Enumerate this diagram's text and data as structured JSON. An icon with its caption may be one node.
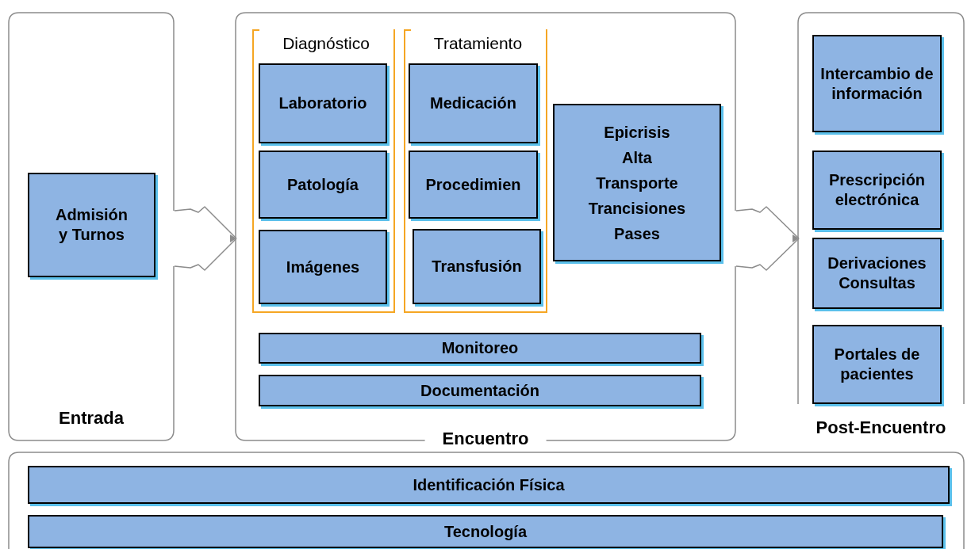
{
  "diagram": {
    "nodes": [
      {
        "text": [
          "Entrada"
        ]
      },
      {
        "text": [
          "Admisión y Turnos"
        ],
        "in": 0
      },
      {
        "text": [
          "Encuentro"
        ]
      },
      {
        "text": [
          "Diagnóstico"
        ],
        "in": 2
      },
      {
        "text": [
          "Laboratorio"
        ],
        "in": 3
      },
      {
        "text": [
          "Patología"
        ],
        "in": 3
      },
      {
        "text": [
          "Imágenes"
        ],
        "in": 3
      },
      {
        "text": [
          "Tratamiento"
        ],
        "in": 2
      },
      {
        "text": [
          "Medicación"
        ],
        "in": 7
      },
      {
        "text": [
          "Procedimien"
        ],
        "in": 7
      },
      {
        "text": [
          "Transfusión"
        ],
        "in": 7
      },
      {
        "text": [
          "Epicrisis",
          "Alta",
          "Transporte",
          "Trancisiones",
          "Pases"
        ],
        "in": 2
      },
      {
        "text": [
          "Monitoreo"
        ],
        "in": 2
      },
      {
        "text": [
          "Documentación"
        ],
        "in": 2
      },
      {
        "text": [
          "Post-Encuentro"
        ]
      },
      {
        "text": [
          "Intercambio de información"
        ],
        "in": 14
      },
      {
        "text": [
          "Prescripción electrónica"
        ],
        "in": 14
      },
      {
        "text": [
          "Derivaciones Consultas"
        ],
        "in": 14
      },
      {
        "text": [
          "Portales de pacientes"
        ],
        "in": 14
      },
      {
        "text": [],
        "shape": "box"
      },
      {
        "text": [
          "Identificación Física"
        ],
        "in": 19
      },
      {
        "text": [
          "Tecnología"
        ],
        "in": 19
      }
    ],
    "edges": [
      {
        "from": 0,
        "to": 2,
        "arrow": "to"
      },
      {
        "from": 2,
        "to": 14,
        "arrow": "to"
      }
    ]
  }
}
